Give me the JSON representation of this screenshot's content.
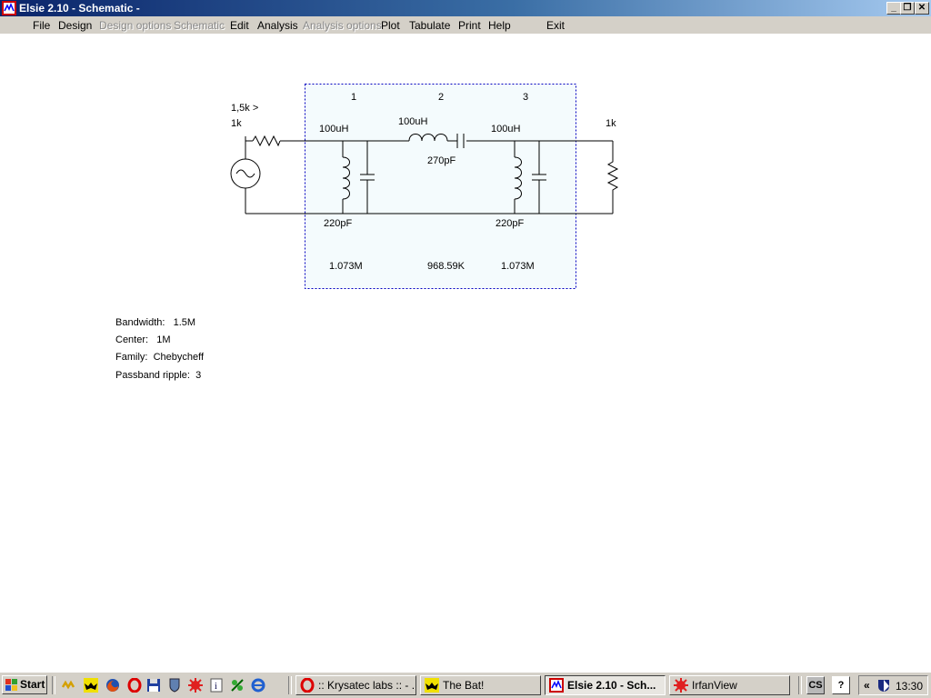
{
  "window": {
    "title": "Elsie 2.10 - Schematic -",
    "controls": [
      "minimize",
      "restore",
      "close"
    ]
  },
  "menu": [
    {
      "label": "File",
      "enabled": true
    },
    {
      "label": "Design",
      "enabled": true
    },
    {
      "label": "Design options",
      "enabled": false
    },
    {
      "label": "Schematic",
      "enabled": false
    },
    {
      "label": "Edit",
      "enabled": true
    },
    {
      "label": "Analysis",
      "enabled": true
    },
    {
      "label": "Analysis options",
      "enabled": false
    },
    {
      "label": "Plot",
      "enabled": true
    },
    {
      "label": "Tabulate",
      "enabled": true
    },
    {
      "label": "Print",
      "enabled": true
    },
    {
      "label": "Help",
      "enabled": true
    },
    {
      "label": "Exit",
      "enabled": true
    }
  ],
  "schematic": {
    "source": {
      "impedance_label": "1,5k >",
      "resistance": "1k"
    },
    "load": {
      "resistance": "1k"
    },
    "sections": [
      {
        "number": "1",
        "inductor": "100uH",
        "capacitor": "220pF",
        "frequency": "1.073M"
      },
      {
        "number": "2",
        "inductor": "100uH",
        "capacitor": "270pF",
        "frequency": "968.59K"
      },
      {
        "number": "3",
        "inductor": "100uH",
        "capacitor": "220pF",
        "frequency": "1.073M"
      }
    ],
    "colors": {
      "selection_fill": "#f4fbfd",
      "selection_border": "#0000c0"
    }
  },
  "design_params": [
    {
      "label": "Bandwidth:",
      "value": "1.5M"
    },
    {
      "label": "Center:",
      "value": "1M"
    },
    {
      "label": "Family:",
      "value": "Chebycheff"
    },
    {
      "label": "Passband ripple:",
      "value": "3"
    }
  ],
  "taskbar": {
    "start_label": "Start",
    "quicklaunch": [
      "winamp-icon",
      "bat-icon",
      "firefox-icon",
      "opera-icon",
      "floppy-icon",
      "shield-icon",
      "irfanview-icon",
      "info-icon",
      "satellite-icon",
      "ie-icon"
    ],
    "tasks": [
      {
        "label": ":: Krysatec labs :: - ...",
        "icon": "opera-icon",
        "active": false
      },
      {
        "label": "The Bat!",
        "icon": "bat-icon",
        "active": false
      },
      {
        "label": "Elsie 2.10 - Sch...",
        "icon": "elsie-icon",
        "active": true
      },
      {
        "label": "IrfanView",
        "icon": "irfanview-icon",
        "active": false
      }
    ],
    "lang": "CS",
    "help_glyph": "?",
    "tray_arrow": "«",
    "clock": "13:30"
  }
}
